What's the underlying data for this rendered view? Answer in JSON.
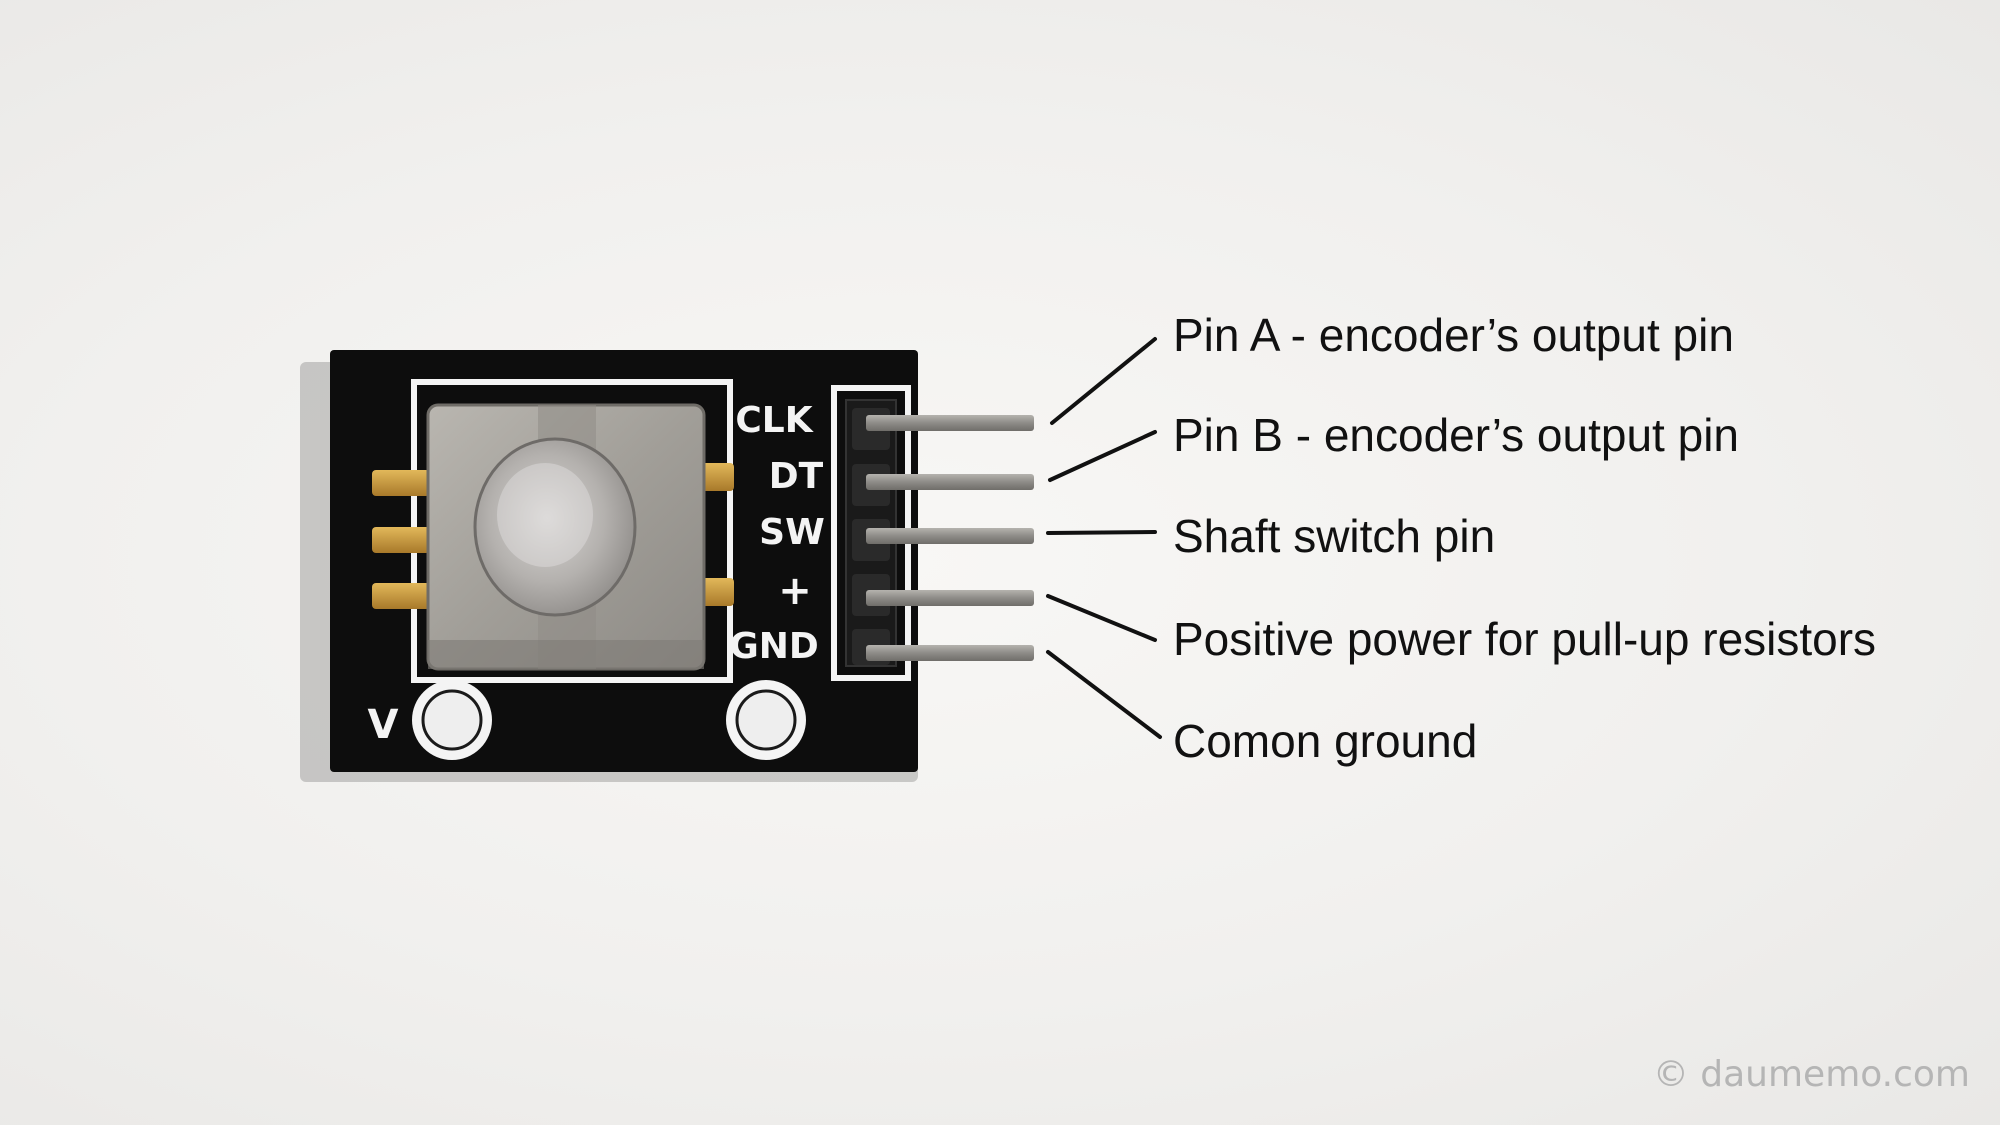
{
  "board": {
    "silkscreen": {
      "clk": "CLK",
      "dt": "DT",
      "sw": "SW",
      "plus": "+",
      "gnd": "GND",
      "v_mark": "V"
    }
  },
  "callouts": {
    "pin_a": "Pin A - encoder’s output pin",
    "pin_b": "Pin B - encoder’s output pin",
    "switch": "Shaft switch pin",
    "power": "Positive power for pull-up resistors",
    "ground": "Comon ground"
  },
  "watermark": "© daumemo.com",
  "colors": {
    "pcb": "#0d0d0d",
    "silkscreen": "#f4f4f4",
    "metal": "#a6a39d",
    "pins": "#8c8a86",
    "gold_pad": "#c99a3a",
    "leader_line": "#111111"
  }
}
